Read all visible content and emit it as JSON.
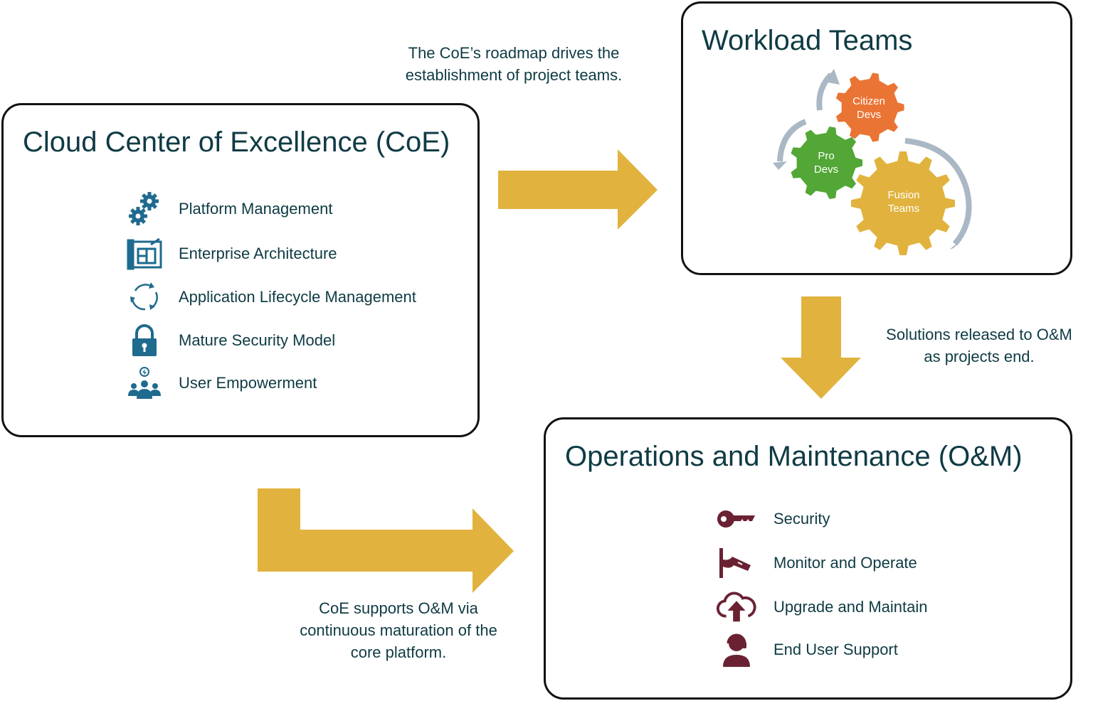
{
  "coe": {
    "title": "Cloud Center of Excellence (CoE)",
    "items": [
      {
        "label": "Platform Management",
        "icon": "gears-icon"
      },
      {
        "label": "Enterprise Architecture",
        "icon": "blueprint-icon"
      },
      {
        "label": "Application Lifecycle Management",
        "icon": "cycle-icon"
      },
      {
        "label": "Mature Security Model",
        "icon": "padlock-icon"
      },
      {
        "label": "User Empowerment",
        "icon": "users-idea-icon"
      }
    ]
  },
  "workload": {
    "title": "Workload Teams",
    "gears": [
      {
        "line1": "Citizen",
        "line2": "Devs",
        "color": "#ea7434"
      },
      {
        "line1": "Pro",
        "line2": "Devs",
        "color": "#52a736"
      },
      {
        "line1": "Fusion",
        "line2": "Teams",
        "color": "#e1b33e"
      }
    ]
  },
  "om": {
    "title": "Operations and Maintenance (O&M)",
    "items": [
      {
        "label": "Security",
        "icon": "key-icon"
      },
      {
        "label": "Monitor and Operate",
        "icon": "security-camera-icon"
      },
      {
        "label": "Upgrade and Maintain",
        "icon": "cloud-upload-icon"
      },
      {
        "label": "End User Support",
        "icon": "headset-user-icon"
      }
    ]
  },
  "notes": {
    "roadmap": [
      "The CoE’s roadmap drives the",
      "establishment of project teams."
    ],
    "release": [
      "Solutions released to O&M",
      "as projects end."
    ],
    "support": [
      "CoE supports O&M via",
      "continuous maturation of the",
      "core platform."
    ]
  },
  "colors": {
    "arrow": "#e1b33e",
    "text": "#0f3b44",
    "coe_icon": "#1f6a8f",
    "om_icon": "#6a2233",
    "cycle_arrow": "#a9b8c4"
  }
}
